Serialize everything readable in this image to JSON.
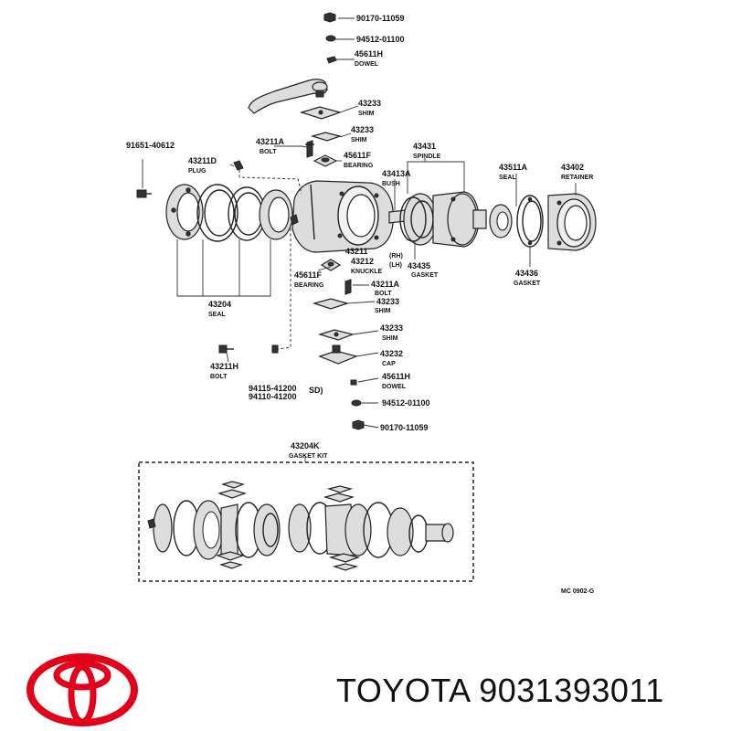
{
  "callouts": [
    {
      "id": "c1",
      "number": "90170-11059",
      "desc": ""
    },
    {
      "id": "c2",
      "number": "94512-01100",
      "desc": ""
    },
    {
      "id": "c3",
      "number": "45611H",
      "desc": "DOWEL"
    },
    {
      "id": "c4",
      "number": "43233",
      "desc": "SHIM"
    },
    {
      "id": "c5",
      "number": "43233",
      "desc": "SHIM"
    },
    {
      "id": "c6",
      "number": "91651-40612",
      "desc": ""
    },
    {
      "id": "c7",
      "number": "43211A",
      "desc": "BOLT"
    },
    {
      "id": "c8",
      "number": "45611F",
      "desc": "BEARING"
    },
    {
      "id": "c9",
      "number": "43431",
      "desc": "SPINDLE"
    },
    {
      "id": "c10",
      "number": "43211D",
      "desc": "PLUG"
    },
    {
      "id": "c11",
      "number": "43413A",
      "desc": "BUSH"
    },
    {
      "id": "c12",
      "number": "43511A",
      "desc": "SEAL"
    },
    {
      "id": "c13",
      "number": "43402",
      "desc": "RETAINER"
    },
    {
      "id": "c14",
      "number": "43211",
      "desc": "(RH)"
    },
    {
      "id": "c15",
      "number": "43212",
      "desc": "(LH)"
    },
    {
      "id": "c16",
      "number": "",
      "desc": "KNUCKLE"
    },
    {
      "id": "c17",
      "number": "43435",
      "desc": "GASKET"
    },
    {
      "id": "c18",
      "number": "45611F",
      "desc": "BEARING"
    },
    {
      "id": "c19",
      "number": "43436",
      "desc": "GASKET"
    },
    {
      "id": "c20",
      "number": "43211A",
      "desc": "BOLT"
    },
    {
      "id": "c21",
      "number": "43204",
      "desc": "SEAL"
    },
    {
      "id": "c22",
      "number": "43233",
      "desc": "SHIM"
    },
    {
      "id": "c23",
      "number": "43233",
      "desc": "SHIM"
    },
    {
      "id": "c24",
      "number": "43232",
      "desc": "CAP"
    },
    {
      "id": "c25",
      "number": "43211H",
      "desc": "BOLT"
    },
    {
      "id": "c26",
      "number": "45611H",
      "desc": "DOWEL"
    },
    {
      "id": "c27",
      "number": "94115-41200",
      "desc": ""
    },
    {
      "id": "c28",
      "number": "94110-41200",
      "desc": ""
    },
    {
      "id": "c29",
      "number": "SD)",
      "desc": ""
    },
    {
      "id": "c30",
      "number": "94512-01100",
      "desc": ""
    },
    {
      "id": "c31",
      "number": "90170-11059",
      "desc": ""
    },
    {
      "id": "c32",
      "number": "43204K",
      "desc": "GASKET KIT"
    }
  ],
  "figure_code": "MC 0902-G",
  "footer": {
    "brand": "TOYOTA",
    "part_number": "9031393011",
    "brand_color": "#e2001a"
  },
  "icons": {
    "logo": "toyota-logo"
  }
}
